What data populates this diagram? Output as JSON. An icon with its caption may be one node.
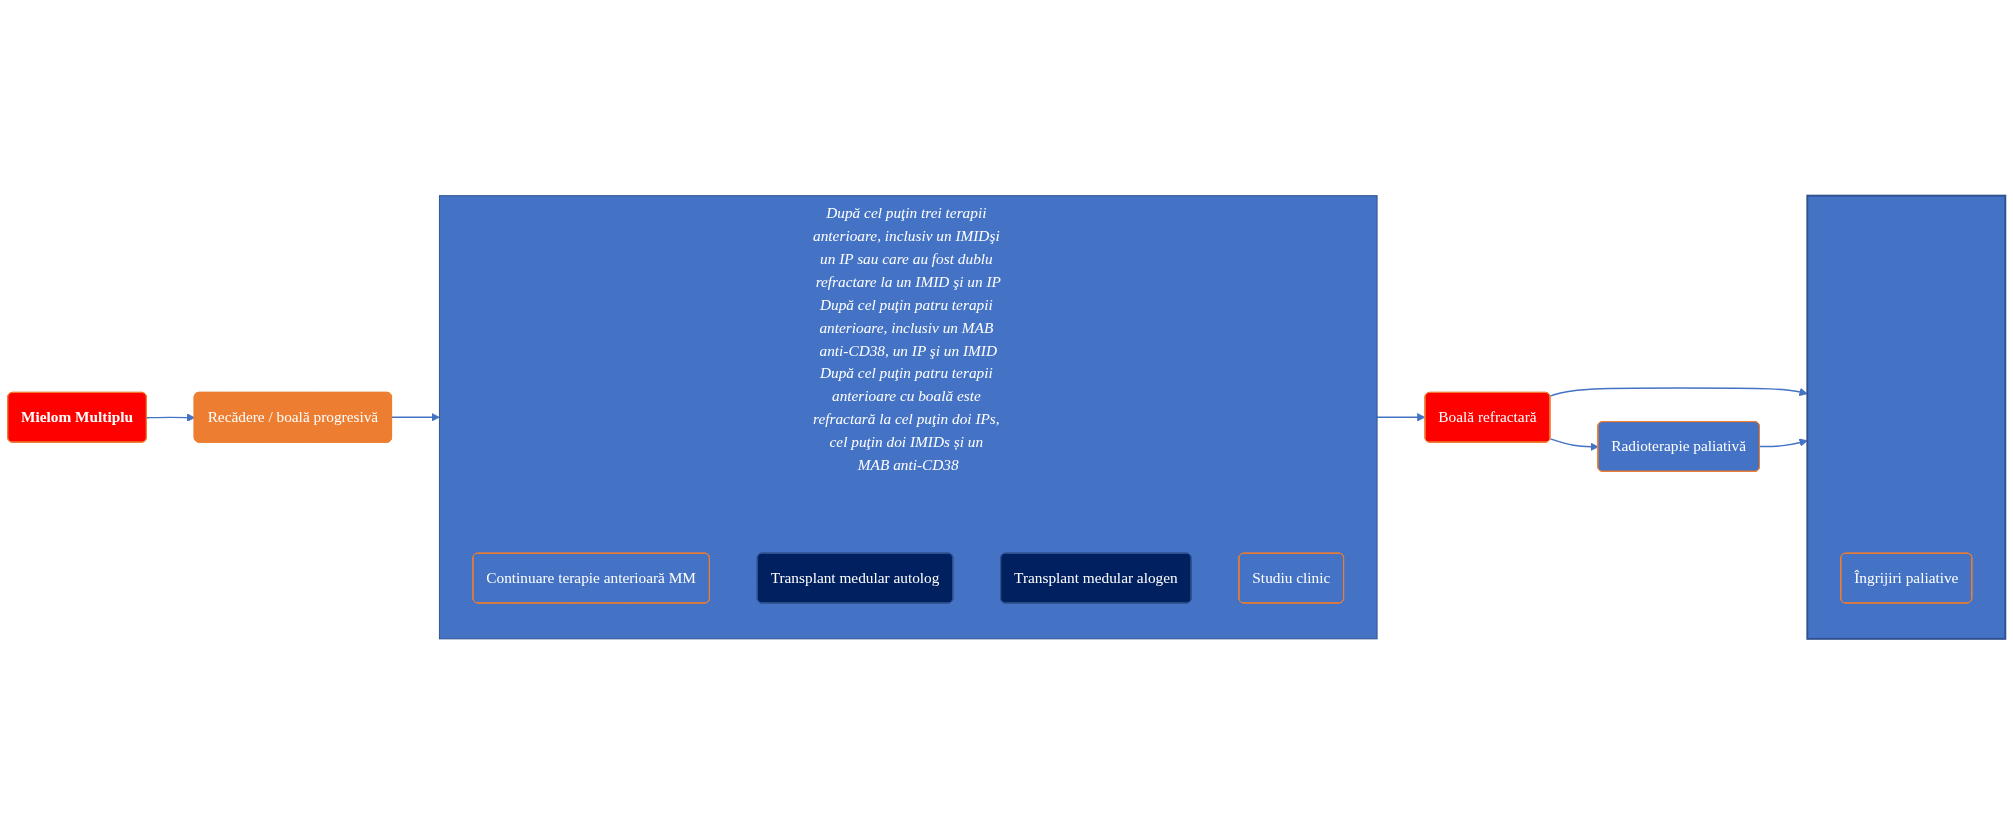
{
  "diagram": {
    "nodes": [
      {
        "text": [
          "Mielom Multiplu"
        ]
      },
      {
        "text": [
          "Recădere / boală progresivă"
        ]
      },
      {
        "text": [
          "După cel puţin trei terapii anterioare, inclusiv un IMIDşi un IP sau care au fost dublu refractare la un IMID şi un IP",
          "După cel puţin patru terapii anterioare, inclusiv un MAB anti-CD38, un IP şi un IMID",
          "După cel puţin patru terapii anterioare cu boală este refractară la cel puţin doi IPs, cel puţin doi IMIDs și un MAB anti-CD38"
        ]
      },
      {
        "text": [
          "Continuare terapie anterioară MM"
        ],
        "in": 2
      },
      {
        "text": [
          "Transplant medular autolog"
        ],
        "in": 2
      },
      {
        "text": [
          "Transplant medular alogen"
        ],
        "in": 2
      },
      {
        "text": [
          "Studiu clinic"
        ],
        "in": 2
      },
      {
        "text": [
          "Boală refractară"
        ]
      },
      {
        "text": [],
        "shape": "box"
      },
      {
        "text": [
          "Îngrijiri paliative"
        ],
        "in": 8
      },
      {
        "text": [
          "Radioterapie paliativă"
        ]
      }
    ],
    "edges": [
      {
        "from": 0,
        "to": 1,
        "arrow": "to"
      },
      {
        "from": 1,
        "to": 2,
        "arrow": "to"
      },
      {
        "from": 2,
        "to": 7,
        "arrow": "to"
      },
      {
        "from": 7,
        "to": 8,
        "arrow": "to"
      },
      {
        "from": 7,
        "to": 10,
        "arrow": "to"
      },
      {
        "from": 10,
        "to": 8,
        "arrow": "to"
      }
    ]
  }
}
